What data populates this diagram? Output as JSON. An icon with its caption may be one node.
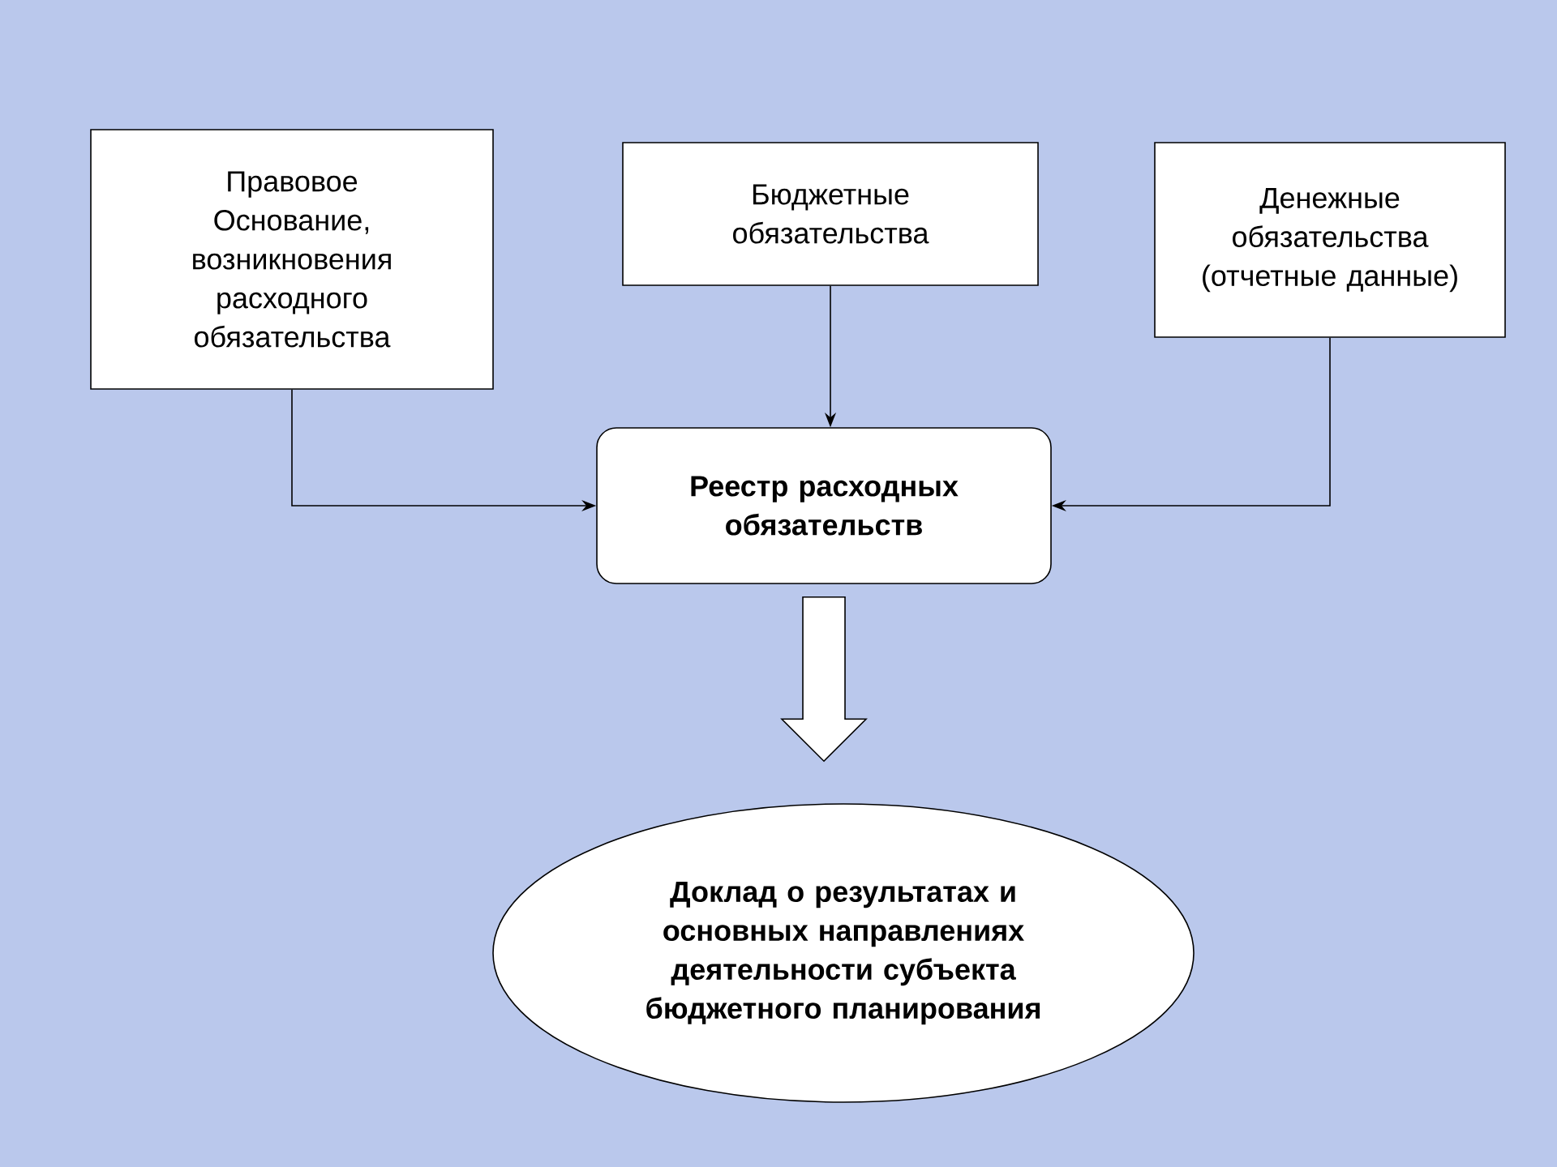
{
  "diagram": {
    "nodes": [
      {
        "text": [
          "Правовое Основание, возникновения расходного обязательства"
        ]
      },
      {
        "text": [
          "Бюджетные обязательства"
        ]
      },
      {
        "text": [
          "Денежные обязательства (отчетные данные)"
        ]
      },
      {
        "text": [
          "Реестр расходных обязательств"
        ]
      },
      {
        "text": [
          "Доклад о результатах и основных направлениях деятельности субъекта бюджетного планирования"
        ]
      }
    ],
    "edges": [
      {
        "from": 0,
        "to": 3,
        "arrow": "to"
      },
      {
        "from": 1,
        "to": 3,
        "arrow": "to"
      },
      {
        "from": 2,
        "to": 3,
        "arrow": "to"
      },
      {
        "from": 3,
        "to": 4,
        "arrow": "to",
        "style": "thick"
      }
    ]
  }
}
